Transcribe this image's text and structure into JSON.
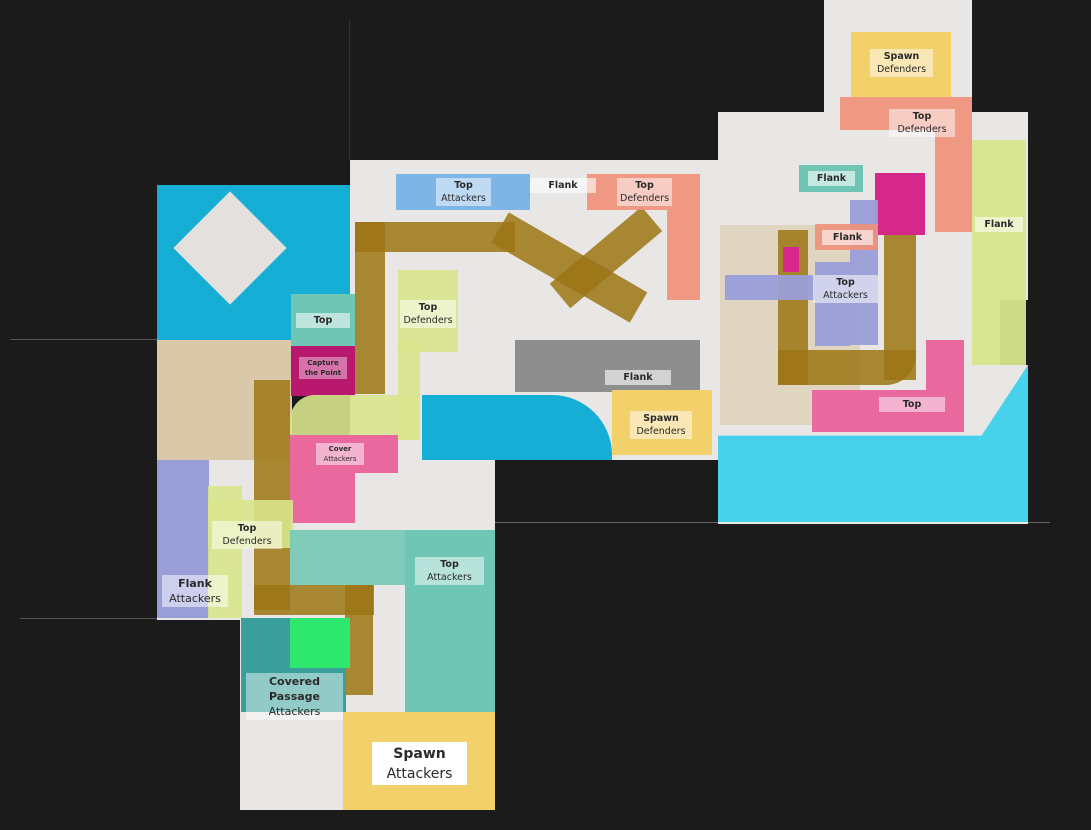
{
  "map": {
    "colors": {
      "background": "#1b1b1b",
      "spawn": "#f2d06a",
      "top_defenders_salmon": "#f0907a",
      "top_attackers_blue": "#7fb5e6",
      "teal": "#6fc6b4",
      "capture": "#b8186e",
      "yellow_green": "#d8e68c",
      "pink": "#e9689e",
      "lavender": "#9a9ed8",
      "green": "#2de86c",
      "water": "#17aed6"
    },
    "zones": [
      {
        "id": "top-attackers-1",
        "title": "Top",
        "subtitle": "Attackers"
      },
      {
        "id": "flank-1",
        "title": "Flank",
        "subtitle": ""
      },
      {
        "id": "top-defenders-1",
        "title": "Top",
        "subtitle": "Defenders"
      },
      {
        "id": "top-1",
        "title": "Top",
        "subtitle": ""
      },
      {
        "id": "capture-point",
        "title": "Capture the Point",
        "subtitle": ""
      },
      {
        "id": "top-defenders-2",
        "title": "Top",
        "subtitle": "Defenders"
      },
      {
        "id": "cover-attackers",
        "title": "Cover",
        "subtitle": "Attackers"
      },
      {
        "id": "flank-2",
        "title": "Flank",
        "subtitle": ""
      },
      {
        "id": "spawn-defenders-1",
        "title": "Spawn",
        "subtitle": "Defenders"
      },
      {
        "id": "top-defenders-3",
        "title": "Top",
        "subtitle": "Defenders"
      },
      {
        "id": "flank-attackers",
        "title": "Flank",
        "subtitle": "Attackers"
      },
      {
        "id": "top-attackers-2",
        "title": "Top",
        "subtitle": "Attackers"
      },
      {
        "id": "covered-passage",
        "title": "Covered Passage",
        "subtitle": "Attackers"
      },
      {
        "id": "spawn-attackers",
        "title": "Spawn",
        "subtitle": "Attackers"
      },
      {
        "id": "spawn-defenders-2",
        "title": "Spawn",
        "subtitle": "Defenders"
      },
      {
        "id": "top-defenders-4",
        "title": "Top",
        "subtitle": "Defenders"
      },
      {
        "id": "flank-3",
        "title": "Flank",
        "subtitle": ""
      },
      {
        "id": "flank-4",
        "title": "Flank",
        "subtitle": ""
      },
      {
        "id": "top-attackers-3",
        "title": "Top",
        "subtitle": "Attackers"
      },
      {
        "id": "flank-5",
        "title": "Flank",
        "subtitle": ""
      },
      {
        "id": "top-2",
        "title": "Top",
        "subtitle": ""
      }
    ]
  }
}
